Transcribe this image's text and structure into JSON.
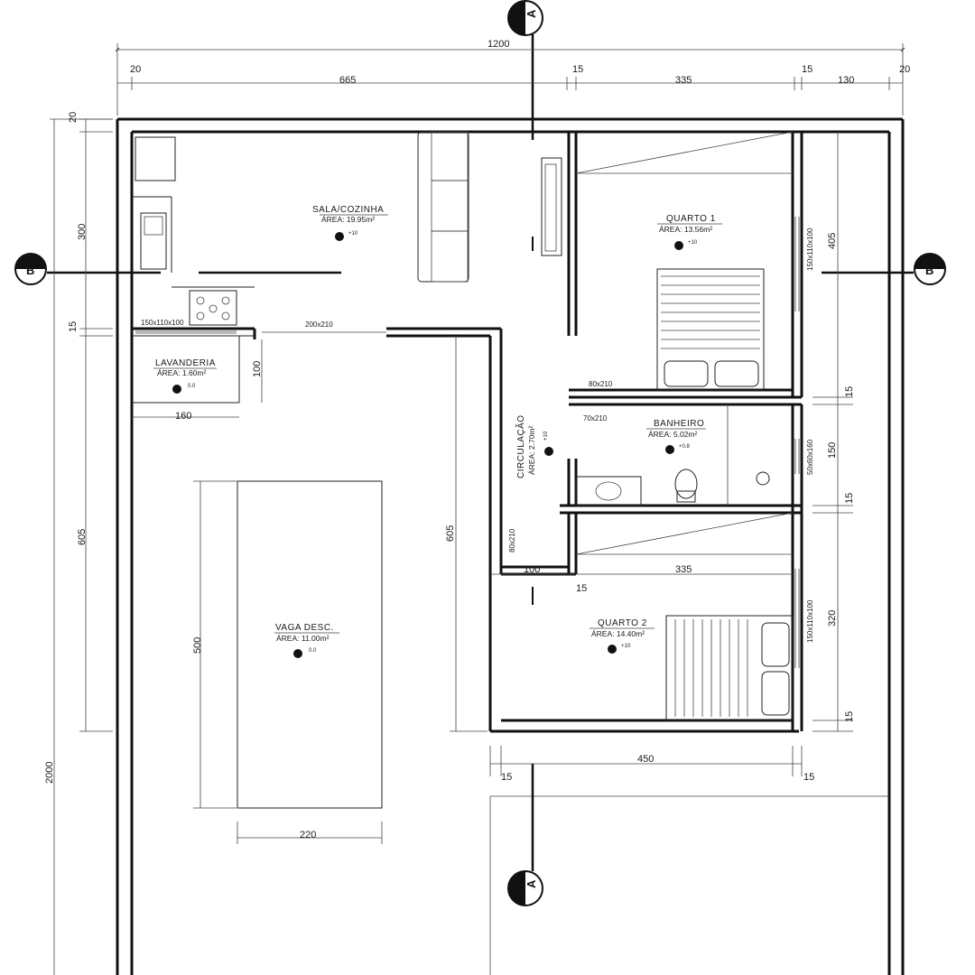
{
  "dimensions": {
    "total_width": "1200",
    "top_left_margin": "20",
    "sala_width": "665",
    "wall_15_a": "15",
    "quarto1_width": "335",
    "wall_15_b": "15",
    "right_strip": "130",
    "top_right_margin": "20",
    "left_top_margin": "20",
    "left_300": "300",
    "left_15": "15",
    "left_605": "605",
    "left_total": "2000",
    "lav_100": "100",
    "lav_160": "160",
    "vaga_500": "500",
    "vaga_220": "220",
    "circ_605": "605",
    "circ_100": "100",
    "q2_335": "335",
    "q2_15": "15",
    "right_405": "405",
    "right_15_a": "15",
    "right_150": "150",
    "right_15_b": "15",
    "right_320": "320",
    "right_15_c": "15",
    "bottom_450": "450",
    "bottom_15_left": "15",
    "bottom_15_right": "15"
  },
  "openings": {
    "lav_window": "150x110x100",
    "door_200": "200x210",
    "door_80_top": "80x210",
    "door_70": "70x210",
    "door_80_circ": "80x210",
    "q1_window": "150x110x100",
    "wc_window": "50x60x160",
    "q2_window": "150x110x100"
  },
  "rooms": {
    "sala": {
      "name": "SALA/COZINHA",
      "area": "ÁREA: 19.95m²",
      "level": "+10"
    },
    "quarto1": {
      "name": "QUARTO 1",
      "area": "ÁREA: 13.56m²",
      "level": "+10"
    },
    "lavanderia": {
      "name": "LAVANDERIA",
      "area": "ÁREA: 1.60m²",
      "level": "0.0"
    },
    "banheiro": {
      "name": "BANHEIRO",
      "area": "ÁREA: 5.02m²",
      "level": "+0.8"
    },
    "circulacao": {
      "name": "CIRCULAÇÃO",
      "area": "ÁREA: 2.70m²",
      "level": "+10"
    },
    "vaga": {
      "name": "VAGA DESC.",
      "area": "ÁREA: 11.00m²",
      "level": "0.0"
    },
    "quarto2": {
      "name": "QUARTO 2",
      "area": "ÁREA: 14.40m²",
      "level": "+10"
    }
  },
  "section_markers": {
    "a_top": "A",
    "a_bottom": "A",
    "b_left": "B",
    "b_right": "B"
  }
}
